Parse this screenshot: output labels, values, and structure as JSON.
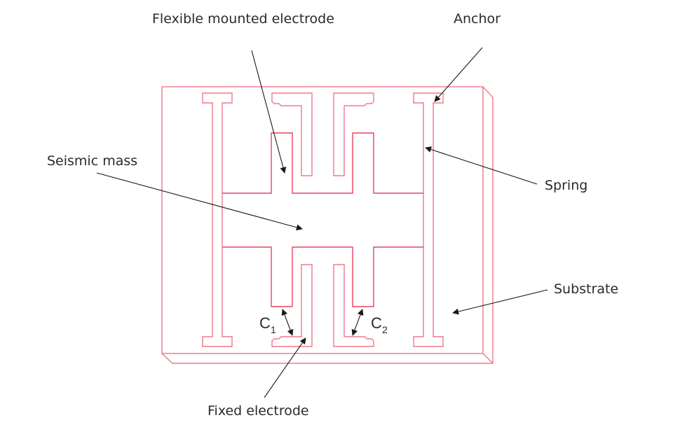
{
  "diagram": {
    "type": "MEMS capacitive accelerometer structure",
    "colors": {
      "structure": "#f0788a",
      "structure_dark": "#e8435e",
      "leader": "#1a1a1a",
      "text": "#2a2a2a"
    },
    "labels": {
      "flexible_electrode": "Flexible mounted electrode",
      "anchor": "Anchor",
      "seismic_mass": "Seismic mass",
      "spring": "Spring",
      "substrate": "Substrate",
      "fixed_electrode": "Fixed electrode",
      "c1_main": "C",
      "c1_sub": "1",
      "c2_main": "C",
      "c2_sub": "2"
    }
  }
}
